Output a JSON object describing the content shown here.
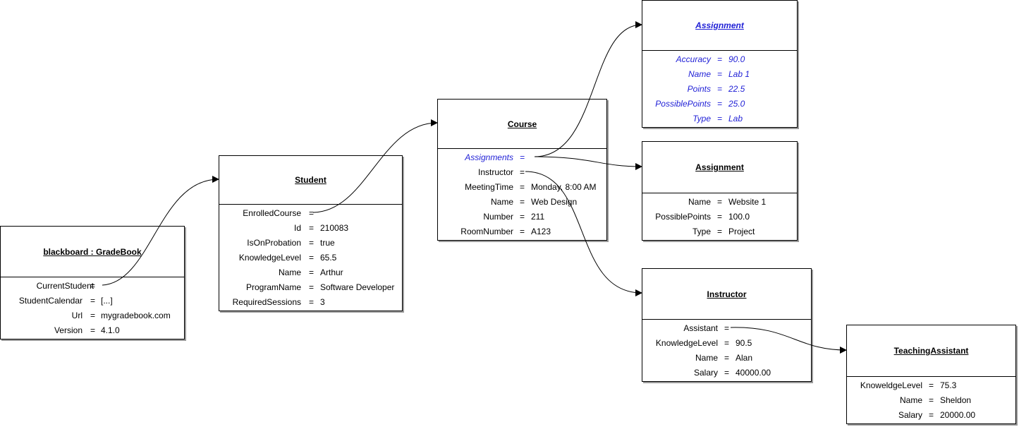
{
  "objects": {
    "gradebook": {
      "title": "blackboard : GradeBook",
      "props": [
        {
          "name": "CurrentStudent",
          "value": ""
        },
        {
          "name": "StudentCalendar",
          "value": "[...]"
        },
        {
          "name": "Url",
          "value": "mygradebook.com"
        },
        {
          "name": "Version",
          "value": "4.1.0"
        }
      ]
    },
    "student": {
      "title": "Student",
      "props": [
        {
          "name": "EnrolledCourse",
          "value": ""
        },
        {
          "name": "Id",
          "value": "210083"
        },
        {
          "name": "IsOnProbation",
          "value": "true"
        },
        {
          "name": "KnowledgeLevel",
          "value": "65.5"
        },
        {
          "name": "Name",
          "value": "Arthur"
        },
        {
          "name": "ProgramName",
          "value": "Software Developer"
        },
        {
          "name": "RequiredSessions",
          "value": "3"
        }
      ]
    },
    "course": {
      "title": "Course",
      "props": [
        {
          "name": "Assignments",
          "value": ""
        },
        {
          "name": "Instructor",
          "value": ""
        },
        {
          "name": "MeetingTime",
          "value": "Monday, 8:00 AM"
        },
        {
          "name": "Name",
          "value": "Web Design"
        },
        {
          "name": "Number",
          "value": "211"
        },
        {
          "name": "RoomNumber",
          "value": "A123"
        }
      ]
    },
    "assignment1": {
      "title": "Assignment",
      "props": [
        {
          "name": "Accuracy",
          "value": "90.0"
        },
        {
          "name": "Name",
          "value": "Lab 1"
        },
        {
          "name": "Points",
          "value": "22.5"
        },
        {
          "name": "PossiblePoints",
          "value": "25.0"
        },
        {
          "name": "Type",
          "value": "Lab"
        }
      ]
    },
    "assignment2": {
      "title": "Assignment",
      "props": [
        {
          "name": "Name",
          "value": "Website 1"
        },
        {
          "name": "PossiblePoints",
          "value": "100.0"
        },
        {
          "name": "Type",
          "value": "Project"
        }
      ]
    },
    "instructor": {
      "title": "Instructor",
      "props": [
        {
          "name": "Assistant",
          "value": ""
        },
        {
          "name": "KnowledgeLevel",
          "value": "90.5"
        },
        {
          "name": "Name",
          "value": "Alan"
        },
        {
          "name": "Salary",
          "value": "40000.00"
        }
      ]
    },
    "ta": {
      "title": "TeachingAssistant",
      "props": [
        {
          "name": "KnoweldgeLevel",
          "value": "75.3"
        },
        {
          "name": "Name",
          "value": "Sheldon"
        },
        {
          "name": "Salary",
          "value": "20000.00"
        }
      ]
    }
  },
  "equals_sign": "=",
  "colors": {
    "highlight": "#1f1fd6",
    "border": "#000000",
    "shadow": "#9a9a9a"
  }
}
